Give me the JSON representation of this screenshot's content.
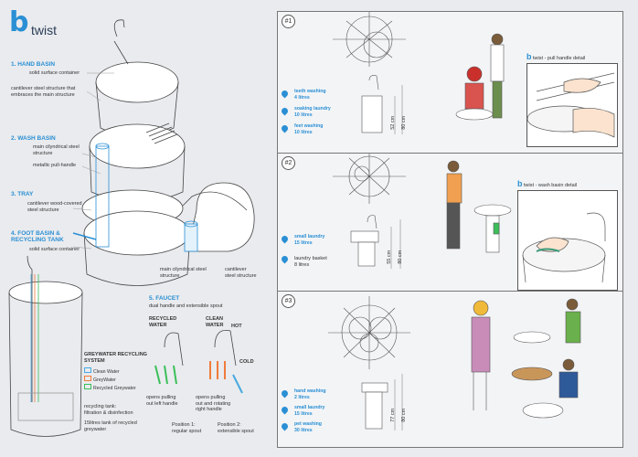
{
  "brand": {
    "logo_letter": "b",
    "name": "twist",
    "accent": "#2a8fd4"
  },
  "left": {
    "sections": [
      {
        "title": "1. HAND BASIN",
        "labels": [
          "solid surface container",
          "cantilever steel structure that\nembraces the main structure"
        ]
      },
      {
        "title": "2. WASH BASIN",
        "labels": [
          "main cilyndrical steel\nstructure",
          "metallic pull-handle"
        ]
      },
      {
        "title": "3. TRAY",
        "labels": [
          "cantilever wood-covered\nsteel structure"
        ]
      },
      {
        "title": "4. FOOT BASIN &\nRECYCLING TANK",
        "labels": [
          "solid surface container"
        ]
      }
    ],
    "structure_labels": [
      "main cilyndrical steel\nstructure",
      "cantilever\nsteel structure"
    ],
    "greywater": {
      "title": "GREYWATER RECYCLING\nSYSTEM",
      "legend": [
        {
          "label": "Clean Water",
          "color": "#4aa8e0"
        },
        {
          "label": "GreyWater",
          "color": "#f07c3a"
        },
        {
          "label": "Recycled Greywater",
          "color": "#3cbf5a"
        }
      ],
      "notes": [
        "recycling tank:\nfiltration & disinfection",
        "15litres tank of recycled\ngreywater"
      ]
    },
    "faucet": {
      "title": "5. FAUCET",
      "subtitle": "dual handle and extensible spout",
      "recycled": "RECYCLED\nWATER",
      "clean": "CLEAN\nWATER",
      "hot": "HOT",
      "cold": "COLD",
      "note_left": "opens pulling\nout left handle",
      "note_right": "opens pulling\nout and rotating\nright handle",
      "pos1": "Position 1:\nregular spout",
      "pos2": "Position 2:\nextensible spout"
    }
  },
  "panels": [
    {
      "number": "#1",
      "activities": [
        {
          "text": "teeth washing\n4 litres"
        },
        {
          "text": "soaking laundry\n10 litres"
        },
        {
          "text": "feet washing\n10 litres"
        }
      ],
      "dims": [
        "52 cm",
        "80 cm"
      ],
      "detail_logo": "b",
      "detail_word": "twist",
      "detail_title": "- pull handle detail"
    },
    {
      "number": "#2",
      "activities": [
        {
          "text": "small laundry\n15 litres"
        },
        {
          "text": "laundry basket\n8 litres"
        }
      ],
      "dims": [
        "55 cm",
        "80 cm"
      ],
      "detail_logo": "b",
      "detail_word": "twist",
      "detail_title": "- wash basin detail"
    },
    {
      "number": "#3",
      "activities": [
        {
          "text": "hand washing\n2 litres"
        },
        {
          "text": "small laundry\n15 litres"
        },
        {
          "text": "pet washing\n30 litres"
        }
      ],
      "dims": [
        "77 cm",
        "80 cm"
      ]
    }
  ]
}
